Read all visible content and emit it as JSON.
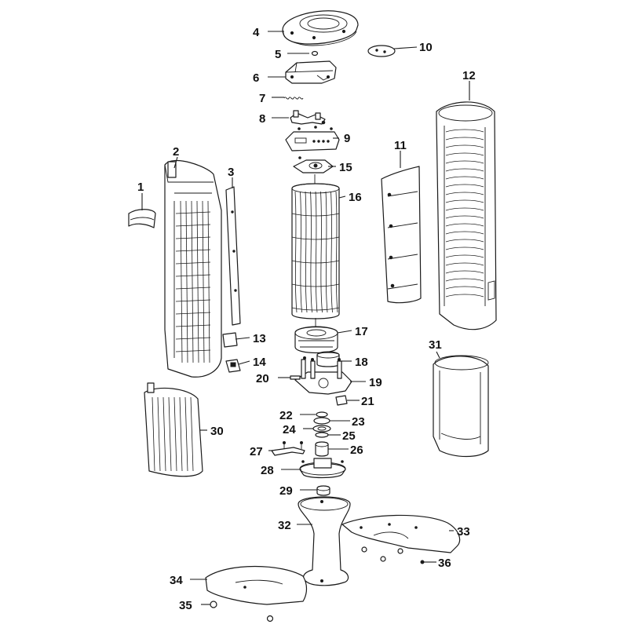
{
  "figure": {
    "callouts": [
      {
        "id": "1",
        "label": "1"
      },
      {
        "id": "2",
        "label": "2"
      },
      {
        "id": "3",
        "label": "3"
      },
      {
        "id": "4",
        "label": "4"
      },
      {
        "id": "5",
        "label": "5"
      },
      {
        "id": "6",
        "label": "6"
      },
      {
        "id": "7",
        "label": "7"
      },
      {
        "id": "8",
        "label": "8"
      },
      {
        "id": "9",
        "label": "9"
      },
      {
        "id": "10",
        "label": "10"
      },
      {
        "id": "11",
        "label": "11"
      },
      {
        "id": "12",
        "label": "12"
      },
      {
        "id": "13",
        "label": "13"
      },
      {
        "id": "14",
        "label": "14"
      },
      {
        "id": "15",
        "label": "15"
      },
      {
        "id": "16",
        "label": "16"
      },
      {
        "id": "17",
        "label": "17"
      },
      {
        "id": "18",
        "label": "18"
      },
      {
        "id": "19",
        "label": "19"
      },
      {
        "id": "20",
        "label": "20"
      },
      {
        "id": "21",
        "label": "21"
      },
      {
        "id": "22",
        "label": "22"
      },
      {
        "id": "23",
        "label": "23"
      },
      {
        "id": "24",
        "label": "24"
      },
      {
        "id": "25",
        "label": "25"
      },
      {
        "id": "26",
        "label": "26"
      },
      {
        "id": "27",
        "label": "27"
      },
      {
        "id": "28",
        "label": "28"
      },
      {
        "id": "29",
        "label": "29"
      },
      {
        "id": "30",
        "label": "30"
      },
      {
        "id": "31",
        "label": "31"
      },
      {
        "id": "32",
        "label": "32"
      },
      {
        "id": "33",
        "label": "33"
      },
      {
        "id": "34",
        "label": "34"
      },
      {
        "id": "35",
        "label": "35"
      },
      {
        "id": "36",
        "label": "36"
      }
    ]
  }
}
